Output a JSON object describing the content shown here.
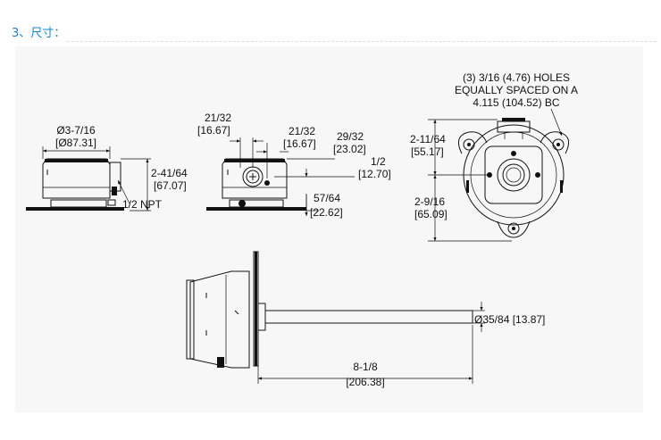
{
  "heading": "3、尺寸：",
  "front_view": {
    "width_in": "Ø3-7/16",
    "width_mm": "[Ø87.31]",
    "height_in": "2-41/64",
    "height_mm": "[67.07]",
    "port": "1/2 NPT"
  },
  "side_view": {
    "dim_a_in": "21/32",
    "dim_a_mm": "[16.67]",
    "dim_b_in": "21/32",
    "dim_b_mm": "[16.67]",
    "dim_c_in": "29/32",
    "dim_c_mm": "[23.02]",
    "dim_d_in": "1/2",
    "dim_d_mm": "[12.70]",
    "dim_e_in": "57/64",
    "dim_e_mm": "[22.62]"
  },
  "top_view": {
    "note_line1": "(3) 3/16 (4.76) HOLES",
    "note_line2": "EQUALLY SPACED ON A",
    "note_line3": "4.115 (104.52) BC",
    "upper_in": "2-11/64",
    "upper_mm": "[55.17]",
    "lower_in": "2-9/16",
    "lower_mm": "[65.09]"
  },
  "probe_view": {
    "diameter": "Ø35/84 [13.87]",
    "length_in": "8-1/8",
    "length_mm": "[206.38]"
  }
}
